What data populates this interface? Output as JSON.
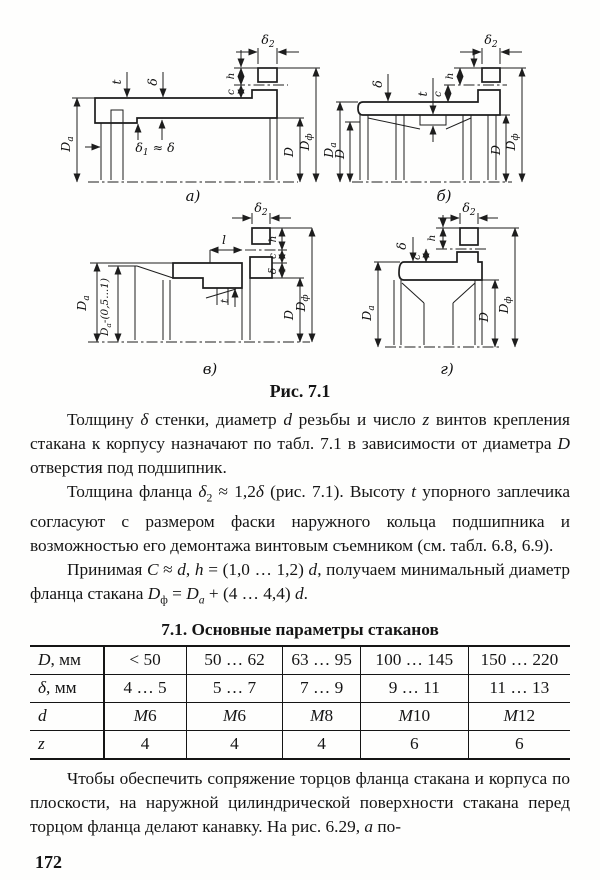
{
  "page_number": "172",
  "figure": {
    "caption": "Рис. 7.1",
    "panel_a": {
      "caption": "а)",
      "delta2": [
        {
          "t": "δ",
          "i": true
        },
        {
          "t": "2",
          "sub": true
        }
      ],
      "t": "t",
      "delta": "δ",
      "h": "h",
      "c": "c",
      "delta1_eq": [
        {
          "t": "δ",
          "i": true
        },
        {
          "t": "1",
          "sub": true
        },
        {
          "t": " ≈ δ",
          "i": true
        }
      ],
      "Da": [
        {
          "t": "D",
          "i": true
        },
        {
          "t": "а",
          "i": true,
          "sub": true
        }
      ],
      "D": "D",
      "Df": [
        {
          "t": "D",
          "i": true
        },
        {
          "t": "ф",
          "sub": true
        }
      ]
    },
    "panel_b": {
      "caption": "б)",
      "delta2": [
        {
          "t": "δ",
          "i": true
        },
        {
          "t": "2",
          "sub": true
        }
      ],
      "delta": "δ",
      "t": "t",
      "c": "c",
      "h": "h",
      "Da": [
        {
          "t": "D",
          "i": true
        },
        {
          "t": "а",
          "i": true,
          "sub": true
        }
      ],
      "D_left": "D",
      "D_right": "D",
      "Df": [
        {
          "t": "D",
          "i": true
        },
        {
          "t": "ф",
          "sub": true
        }
      ]
    },
    "panel_c": {
      "caption": "в)",
      "delta2": [
        {
          "t": "δ",
          "i": true
        },
        {
          "t": "2",
          "sub": true
        }
      ],
      "l": "l",
      "t": "t",
      "h": "h",
      "c": "c",
      "delta": "δ",
      "Da": [
        {
          "t": "D",
          "i": true
        },
        {
          "t": "а",
          "i": true,
          "sub": true
        }
      ],
      "Da_minus": [
        {
          "t": "D",
          "i": true
        },
        {
          "t": "а",
          "i": true,
          "sub": true
        },
        {
          "t": "-(0,5...1)",
          "i": true
        }
      ],
      "D": "D",
      "Df": [
        {
          "t": "D",
          "i": true
        },
        {
          "t": "ф",
          "sub": true
        }
      ]
    },
    "panel_d": {
      "caption": "г)",
      "delta2": [
        {
          "t": "δ",
          "i": true
        },
        {
          "t": "2",
          "sub": true
        }
      ],
      "delta": "δ",
      "h": "h",
      "c": "c",
      "Da": [
        {
          "t": "D",
          "i": true
        },
        {
          "t": "а",
          "i": true,
          "sub": true
        }
      ],
      "D": "D",
      "Df": [
        {
          "t": "D",
          "i": true
        },
        {
          "t": "ф",
          "sub": true
        }
      ]
    }
  },
  "paragraphs": {
    "p1": [
      {
        "t": "Толщину "
      },
      {
        "t": "δ",
        "i": true
      },
      {
        "t": " стенки,  диаметр "
      },
      {
        "t": "d",
        "i": true
      },
      {
        "t": " резьбы и число "
      },
      {
        "t": "z",
        "i": true
      },
      {
        "t": " винтов  крепления стакана  к корпусу назначают по табл. 7.1 в зависимости от диаметра "
      },
      {
        "t": "D",
        "i": true
      },
      {
        "t": " отверстия под подшипник."
      }
    ],
    "p2": [
      {
        "t": "Толщина фланца "
      },
      {
        "t": "δ",
        "i": true
      },
      {
        "t": "2",
        "sub": true
      },
      {
        "t": " ≈ 1,2"
      },
      {
        "t": "δ",
        "i": true
      },
      {
        "t": " (рис. 7.1). Высоту "
      },
      {
        "t": "t",
        "i": true
      },
      {
        "t": " упорного заплечика согласуют с размером фаски наружного кольца подшипника и  возможностью его демонтажа винтовым съемником (см. табл. 6.8, 6.9)."
      }
    ],
    "p3": [
      {
        "t": "Принимая "
      },
      {
        "t": "C",
        "i": true
      },
      {
        "t": " ≈ "
      },
      {
        "t": "d",
        "i": true
      },
      {
        "t": ",  "
      },
      {
        "t": "h",
        "i": true
      },
      {
        "t": " = (1,0 … 1,2) "
      },
      {
        "t": "d",
        "i": true
      },
      {
        "t": ",  получаем  минимальный диаметр фланца стакана "
      },
      {
        "t": "D",
        "i": true
      },
      {
        "t": "ф",
        "sub": true
      },
      {
        "t": " = "
      },
      {
        "t": "D",
        "i": true
      },
      {
        "t": "а",
        "i": true,
        "sub": true
      },
      {
        "t": " + (4 … 4,4) "
      },
      {
        "t": "d",
        "i": true
      },
      {
        "t": "."
      }
    ],
    "p4": [
      {
        "t": "Чтобы обеспечить сопряжение торцов фланца стакана  и  корпуса   по плоскости, на наружной цилиндрической поверхности стакана перед торцом фланца делают канавку.  На рис. 6.29, "
      },
      {
        "t": "а",
        "i": true
      },
      {
        "t": " по-"
      }
    ]
  },
  "table": {
    "title": "7.1. Основные параметры стаканов",
    "rows": [
      [
        [
          {
            "t": "D",
            "i": true
          },
          {
            "t": ", мм"
          }
        ],
        [
          {
            "t": "< 50"
          }
        ],
        [
          {
            "t": "50 … 62"
          }
        ],
        [
          {
            "t": "63 … 95"
          }
        ],
        [
          {
            "t": "100 … 145"
          }
        ],
        [
          {
            "t": "150 … 220"
          }
        ]
      ],
      [
        [
          {
            "t": "δ",
            "i": true
          },
          {
            "t": ", мм"
          }
        ],
        [
          {
            "t": "4 … 5"
          }
        ],
        [
          {
            "t": "5 … 7"
          }
        ],
        [
          {
            "t": "7 … 9"
          }
        ],
        [
          {
            "t": "9 … 11"
          }
        ],
        [
          {
            "t": "11 … 13"
          }
        ]
      ],
      [
        [
          {
            "t": "d",
            "i": true
          }
        ],
        [
          {
            "t": "M",
            "i": true
          },
          {
            "t": "6"
          }
        ],
        [
          {
            "t": "M",
            "i": true
          },
          {
            "t": "6"
          }
        ],
        [
          {
            "t": "M",
            "i": true
          },
          {
            "t": "8"
          }
        ],
        [
          {
            "t": "M",
            "i": true
          },
          {
            "t": "10"
          }
        ],
        [
          {
            "t": "M",
            "i": true
          },
          {
            "t": "12"
          }
        ]
      ],
      [
        [
          {
            "t": "z",
            "i": true
          }
        ],
        [
          {
            "t": "4"
          }
        ],
        [
          {
            "t": "4"
          }
        ],
        [
          {
            "t": "4"
          }
        ],
        [
          {
            "t": "6"
          }
        ],
        [
          {
            "t": "6"
          }
        ]
      ]
    ]
  }
}
